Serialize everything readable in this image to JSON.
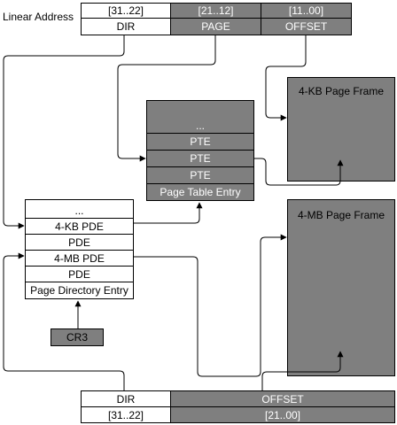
{
  "linear_address_label": "Linear Address",
  "top_address": {
    "bits": [
      "[31..22]",
      "[21..12]",
      "[11..00]"
    ],
    "fields": [
      "DIR",
      "PAGE",
      "OFFSET"
    ]
  },
  "page_table": {
    "entries": [
      "...",
      "PTE",
      "PTE",
      "PTE",
      "Page Table Entry"
    ]
  },
  "page_directory": {
    "entries": [
      "...",
      "4-KB PDE",
      "PDE",
      "4-MB PDE",
      "PDE",
      "Page Directory Entry"
    ]
  },
  "frame_4kb": {
    "label": "4-KB Page Frame"
  },
  "frame_4mb": {
    "label": "4-MB Page Frame"
  },
  "cr3": {
    "label": "CR3"
  },
  "bottom_address": {
    "fields": [
      "DIR",
      "OFFSET"
    ],
    "bits": [
      "[31..22]",
      "[21..00]"
    ]
  },
  "colors": {
    "gray": "#7f7f7f",
    "white": "#ffffff",
    "line": "#000000"
  }
}
